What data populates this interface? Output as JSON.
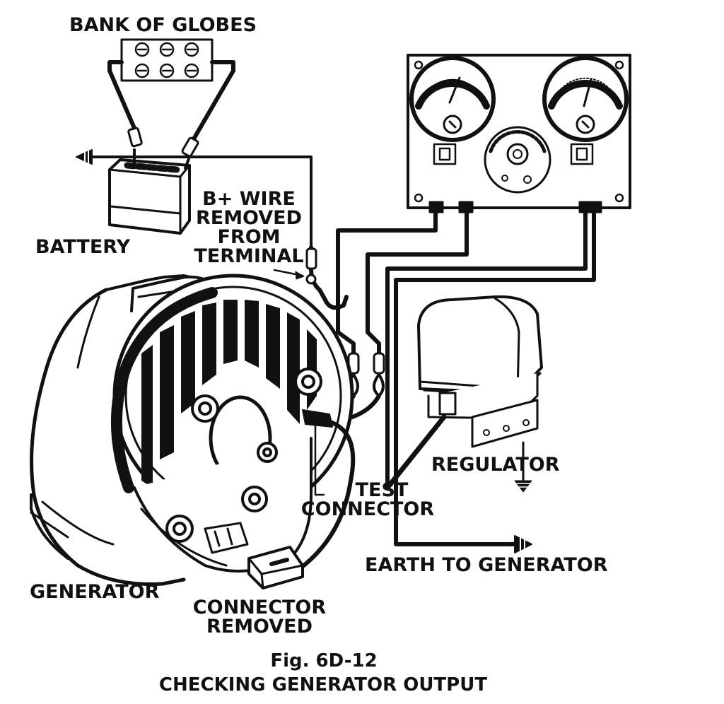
{
  "labels": {
    "bank_of_globes": "BANK OF GLOBES",
    "battery": "BATTERY",
    "b_wire_1": "B+ WIRE",
    "b_wire_2": "REMOVED",
    "b_wire_3": "FROM",
    "b_wire_4": "TERMINAL",
    "regulator": "REGULATOR",
    "test_1": "TEST",
    "test_2": "CONNECTOR",
    "earth": "EARTH TO GENERATOR",
    "generator": "GENERATOR",
    "conn_removed_1": "CONNECTOR",
    "conn_removed_2": "REMOVED"
  },
  "caption": {
    "fig": "Fig. 6D-12",
    "title": "CHECKING GENERATOR OUTPUT"
  },
  "colors": {
    "ink": "#111111",
    "paper": "#ffffff"
  }
}
